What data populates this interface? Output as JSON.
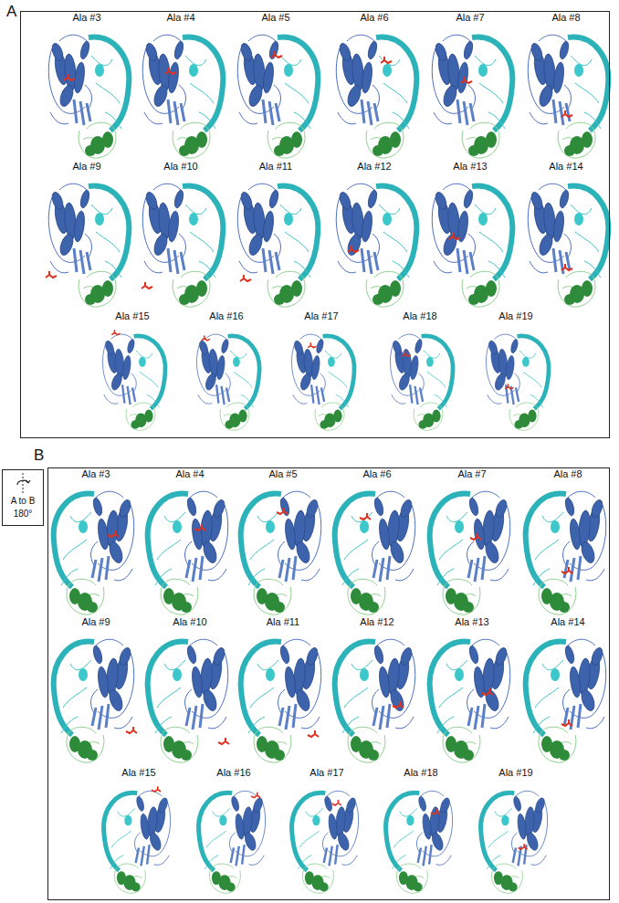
{
  "diagram": {
    "nodes": [
      {
        "text": [
          "A"
        ]
      },
      {
        "text": [
          "A to B",
          "180°"
        ]
      },
      {
        "text": [
          "B"
        ]
      }
    ],
    "labels": [
      "Ala #3",
      "Ala #4",
      "Ala #5",
      "Ala #6",
      "Ala #7",
      "Ala #8",
      "Ala #9",
      "Ala #10",
      "Ala #11",
      "Ala #12",
      "Ala #13",
      "Ala #14",
      "Ala #15",
      "Ala #16",
      "Ala #17",
      "Ala #18",
      "Ala #19",
      "Ala #3",
      "Ala #4",
      "Ala #5",
      "Ala #6",
      "Ala #7",
      "Ala #8",
      "Ala #9",
      "Ala #10",
      "Ala #11",
      "Ala #12",
      "Ala #13",
      "Ala #14",
      "Ala #15",
      "Ala #16",
      "Ala #17",
      "Ala #18",
      "Ala #19"
    ]
  }
}
